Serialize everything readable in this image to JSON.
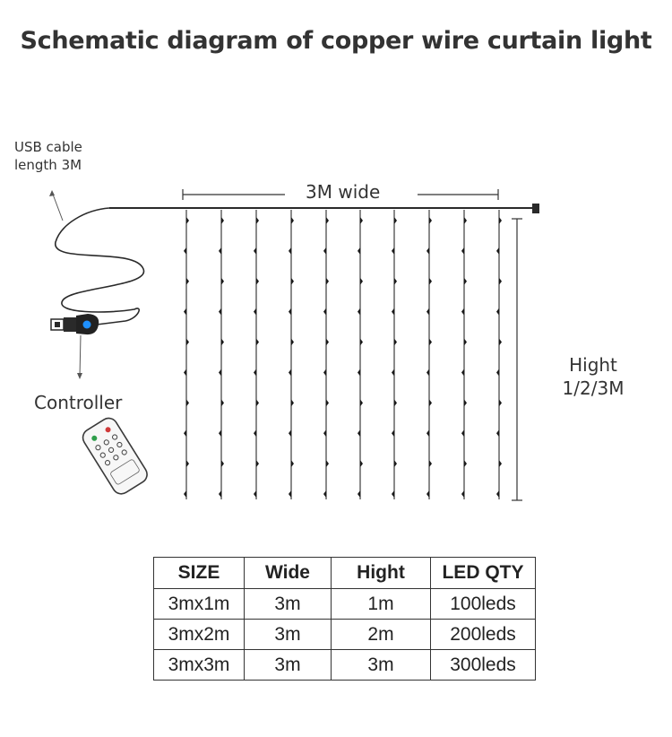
{
  "title": "Schematic diagram of copper wire curtain light",
  "labels": {
    "usb_line1": "USB cable",
    "usb_line2": "length 3M",
    "controller": "Controller",
    "width": "3M wide",
    "height_line1": "Hight",
    "height_line2": "1/2/3M"
  },
  "table": {
    "headers": [
      "SIZE",
      "Wide",
      "Hight",
      "LED QTY"
    ],
    "rows": [
      [
        "3mx1m",
        "3m",
        "1m",
        "100leds"
      ],
      [
        "3mx2m",
        "3m",
        "2m",
        "200leds"
      ],
      [
        "3mx3m",
        "3m",
        "3m",
        "300leds"
      ]
    ]
  },
  "icons": [
    "usb-plug-icon",
    "remote-control-icon",
    "arrow-icon"
  ],
  "colors": {
    "line": "#2a2a2a",
    "controller_dot": "#1e90ff"
  }
}
